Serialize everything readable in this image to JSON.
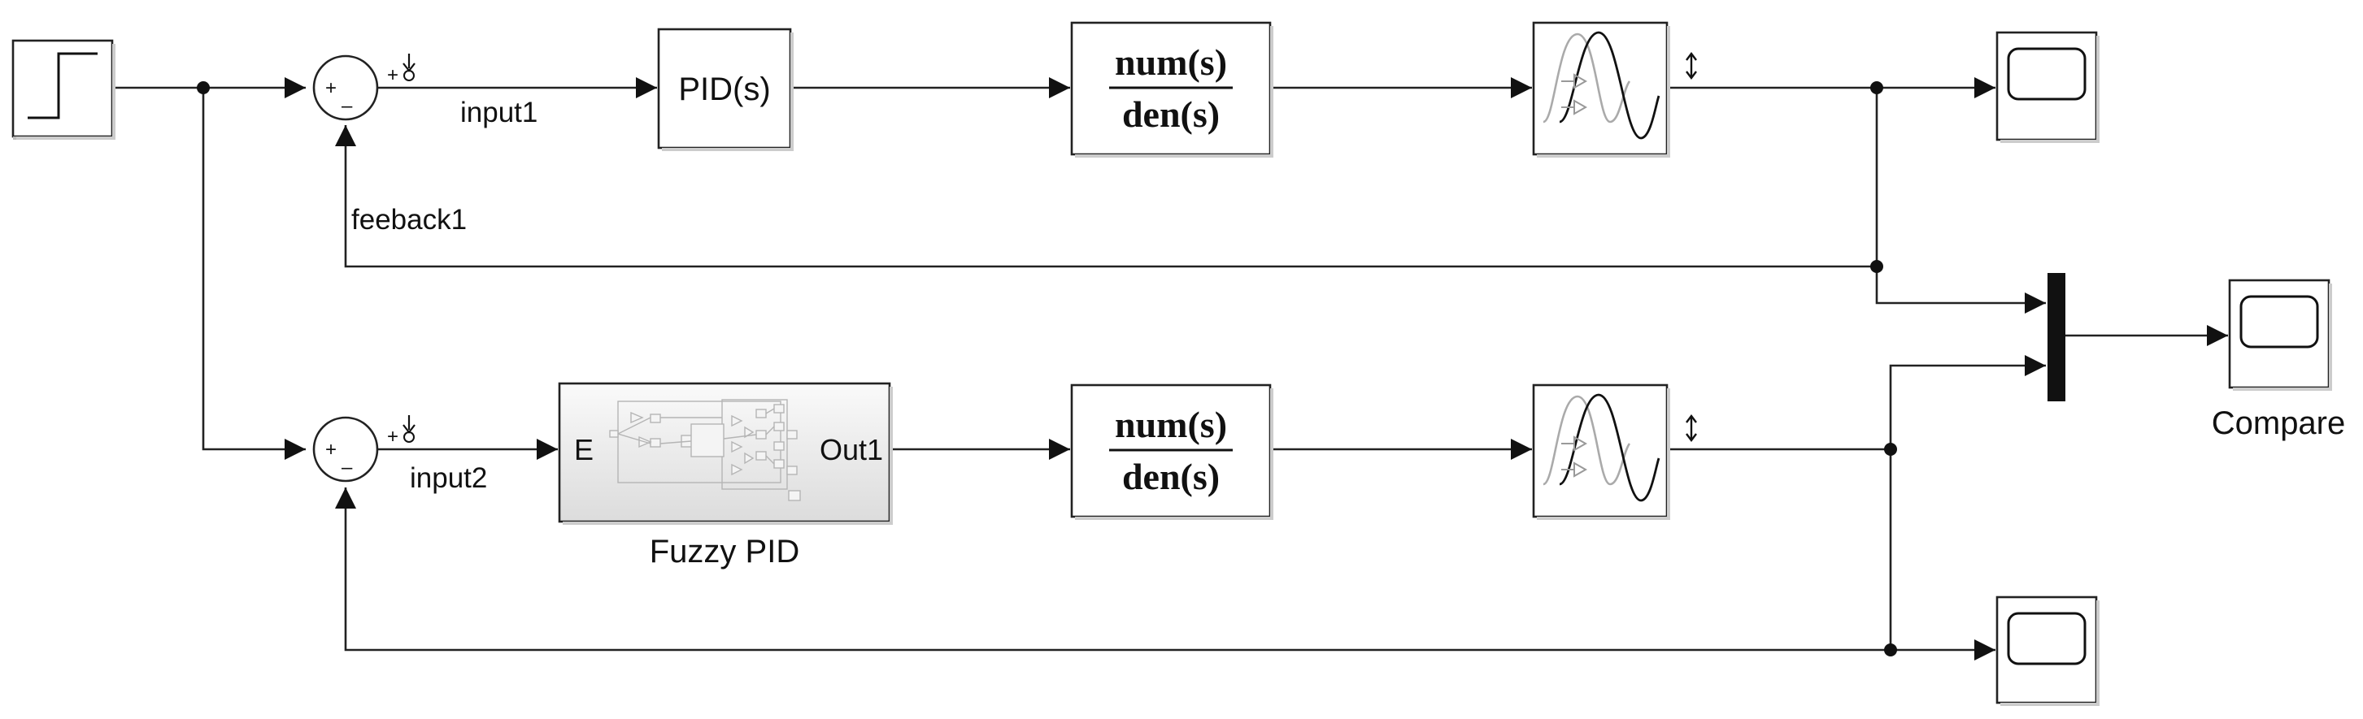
{
  "signal_labels": {
    "input1": "input1",
    "input2": "input2",
    "feedback1": "feeback1"
  },
  "blocks": {
    "pid": "PID(s)",
    "tf_num": "num(s)",
    "tf_den": "den(s)",
    "fuzzy_input_port": "E",
    "fuzzy_output_port": "Out1",
    "fuzzy_name": "Fuzzy PID",
    "compare_scope_name": "Compare"
  },
  "sum_signs": {
    "plus": "+",
    "minus": "–"
  }
}
